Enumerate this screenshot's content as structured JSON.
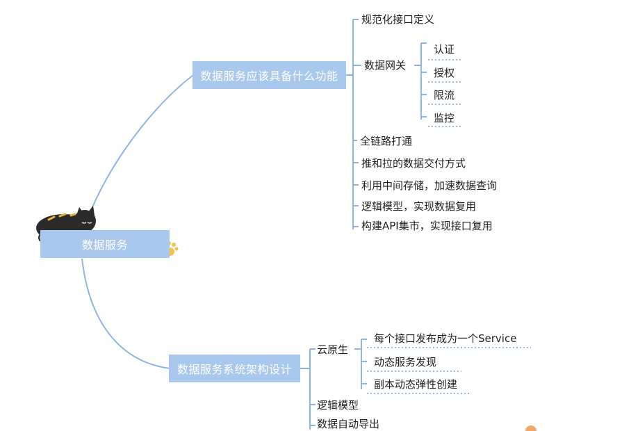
{
  "root": {
    "label": "数据服务"
  },
  "branch_top": {
    "label": "数据服务应该具备什么功能",
    "items": [
      "规范化接口定义",
      "数据网关",
      "全链路打通",
      "推和拉的数据交付方式",
      "利用中间存储，加速数据查询",
      "逻辑模型，实现数据复用",
      "构建API集市，实现接口复用"
    ],
    "gateway_children": [
      "认证",
      "授权",
      "限流",
      "监控"
    ]
  },
  "branch_bottom": {
    "label": "数据服务系统架构设计",
    "items": [
      "云原生",
      "逻辑模型",
      "数据自动导出"
    ],
    "cloud_children": [
      "每个接口发布成为一个Service",
      "动态服务发现",
      "副本动态弹性创建"
    ]
  },
  "colors": {
    "box": "#a8c8ee",
    "line": "#8fb4e6",
    "dotted": "#7aa6de",
    "cat": "#2b2b2b",
    "cat_stripe": "#e6b23c",
    "paw": "#f2c14e"
  },
  "icons": [
    "cat-icon",
    "paw-icon"
  ]
}
